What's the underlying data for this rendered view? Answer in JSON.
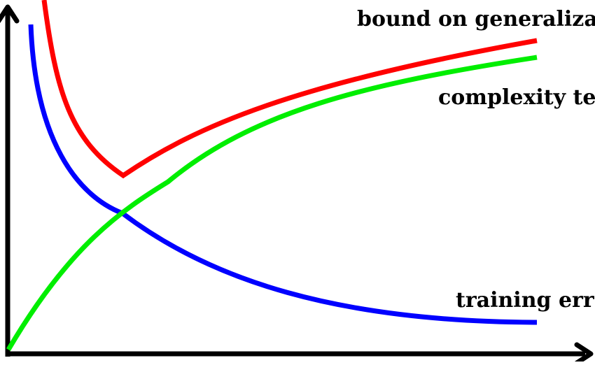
{
  "chart_data": {
    "type": "line",
    "title": "",
    "xlabel": "",
    "ylabel": "",
    "grid": false,
    "legend": "none",
    "series": [
      {
        "name": "bound on generaliza",
        "color": "#ff0000"
      },
      {
        "name": "complexity te",
        "color": "#00ee00"
      },
      {
        "name": "training err",
        "color": "#0000ff"
      }
    ],
    "labels": {
      "bound": "bound on generaliza",
      "complexity": "complexity te",
      "training": "training err"
    },
    "colors": {
      "axes": "#000000",
      "bound": "#ff0000",
      "complexity": "#00ee00",
      "training": "#0000ff"
    }
  }
}
